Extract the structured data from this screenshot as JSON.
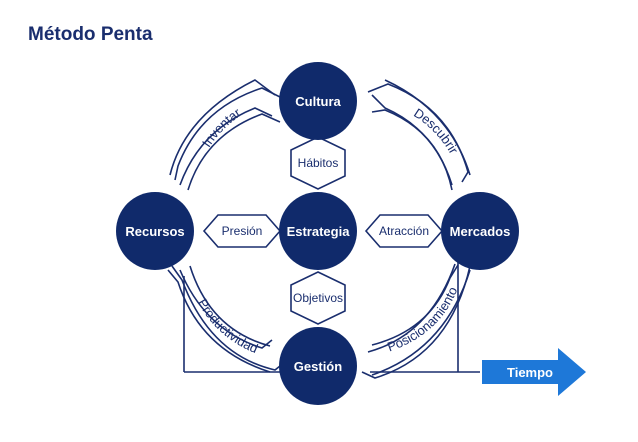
{
  "title": "Método Penta",
  "nodes": {
    "top": "Cultura",
    "left": "Recursos",
    "center": "Estrategia",
    "right": "Mercados",
    "bottom": "Gestión"
  },
  "connectors": {
    "top": "Hábitos",
    "left": "Presión",
    "right": "Atracción",
    "bottom": "Objetivos"
  },
  "arcs": {
    "top_left": "Inventar",
    "top_right": "Descubrir",
    "bottom_left": "Productividad",
    "bottom_right": "Posicionamiento"
  },
  "arrow": {
    "label": "Tiempo"
  },
  "colors": {
    "node": "#102a6b",
    "arrow": "#1e78d8",
    "line": "#1a2e6e"
  }
}
